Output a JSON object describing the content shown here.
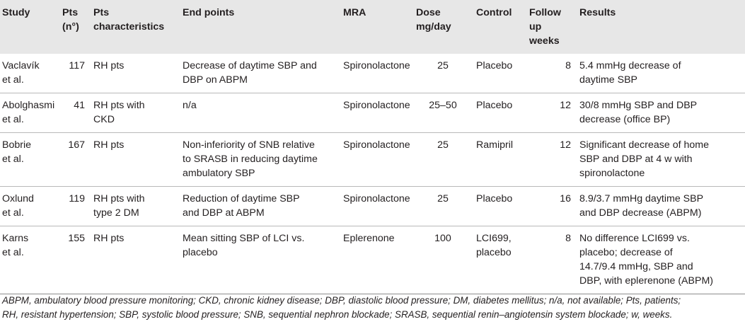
{
  "headers": {
    "study": "Study",
    "pts_line1": "Pts",
    "pts_line2": "(n°)",
    "pts_char_line1": "Pts",
    "pts_char_line2": "characteristics",
    "end_points": "End points",
    "mra": "MRA",
    "dose_line1": "Dose",
    "dose_line2": "mg/day",
    "control": "Control",
    "follow_line1": "Follow up",
    "follow_line2": "weeks",
    "results": "Results"
  },
  "rows": [
    {
      "study": [
        "Vaclavík",
        "et al."
      ],
      "pts": "117",
      "characteristics": [
        "RH pts"
      ],
      "end_points": [
        "Decrease of daytime SBP and",
        "DBP on ABPM"
      ],
      "mra": "Spironolactone",
      "dose": "25",
      "control": [
        "Placebo"
      ],
      "follow_up": "8",
      "results": [
        "5.4 mmHg decrease of",
        "daytime SBP"
      ]
    },
    {
      "study": [
        "Abolghasmi",
        "et al."
      ],
      "pts": "41",
      "characteristics": [
        "RH pts with",
        "CKD"
      ],
      "end_points": [
        "n/a"
      ],
      "mra": "Spironolactone",
      "dose": "25–50",
      "control": [
        "Placebo"
      ],
      "follow_up": "12",
      "results": [
        "30/8 mmHg SBP and DBP",
        "decrease (office BP)"
      ]
    },
    {
      "study": [
        "Bobrie",
        "et al."
      ],
      "pts": "167",
      "characteristics": [
        "RH pts"
      ],
      "end_points": [
        "Non-inferiority of SNB relative",
        "to SRASB in reducing daytime",
        "ambulatory SBP"
      ],
      "mra": "Spironolactone",
      "dose": "25",
      "control": [
        "Ramipril"
      ],
      "follow_up": "12",
      "results": [
        "Significant decrease of home",
        "SBP and DBP at 4 w with",
        "spironolactone"
      ]
    },
    {
      "study": [
        "Oxlund",
        "et al."
      ],
      "pts": "119",
      "characteristics": [
        "RH pts with",
        "type 2 DM"
      ],
      "end_points": [
        "Reduction of daytime SBP",
        "and DBP at ABPM"
      ],
      "mra": "Spironolactone",
      "dose": "25",
      "control": [
        "Placebo"
      ],
      "follow_up": "16",
      "results": [
        "8.9/3.7 mmHg daytime SBP",
        "and DBP decrease (ABPM)"
      ]
    },
    {
      "study": [
        "Karns",
        "et al."
      ],
      "pts": "155",
      "characteristics": [
        "RH pts"
      ],
      "end_points": [
        "Mean sitting SBP of LCI vs.",
        "placebo"
      ],
      "mra": "Eplerenone",
      "dose": "100",
      "control": [
        "LCI699,",
        "placebo"
      ],
      "follow_up": "8",
      "results": [
        "No difference LCI699 vs.",
        "placebo; decrease of",
        "14.7/9.4 mmHg, SBP and",
        "DBP, with eplerenone (ABPM)"
      ]
    }
  ],
  "footnote": {
    "line1": "ABPM, ambulatory blood pressure monitoring; CKD, chronic kidney disease; DBP, diastolic blood pressure; DM, diabetes mellitus; n/a, not available; Pts, patients;",
    "line2": "RH, resistant hypertension; SBP, systolic blood pressure; SNB, sequential nephron blockade; SRASB, sequential renin–angiotensin system blockade; w, weeks."
  }
}
